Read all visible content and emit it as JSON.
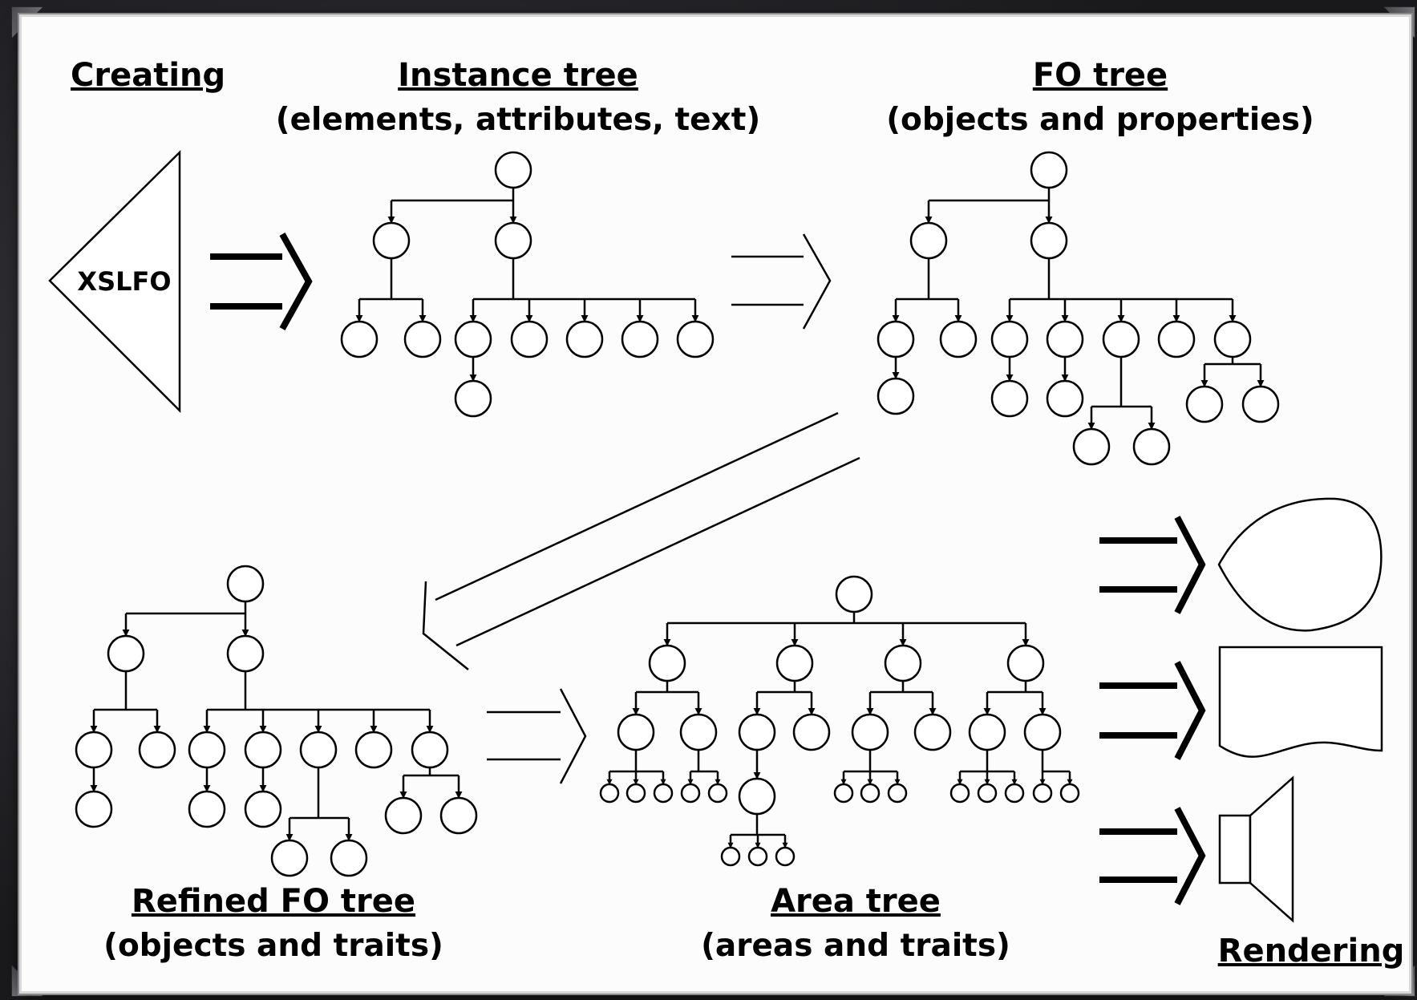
{
  "labels": {
    "creating": "Creating",
    "instance_title": "Instance tree",
    "instance_sub": "(elements, attributes, text)",
    "fo_title": "FO tree",
    "fo_sub": "(objects and properties)",
    "refined_title": "Refined FO tree",
    "refined_sub": "(objects and traits)",
    "area_title": "Area tree",
    "area_sub": "(areas and traits)",
    "rendering": "Rendering",
    "xslfo": "XSLFO"
  },
  "trees": {
    "instance": [
      {
        "id": "r",
        "p": null,
        "c": [
          640,
          212
        ],
        "r": 22
      },
      {
        "id": "a",
        "p": "r",
        "c": [
          488,
          300
        ],
        "r": 22
      },
      {
        "id": "b",
        "p": "r",
        "c": [
          640,
          300
        ],
        "r": 22
      },
      {
        "id": "a1",
        "p": "a",
        "c": [
          448,
          423
        ],
        "r": 22
      },
      {
        "id": "a2",
        "p": "a",
        "c": [
          527,
          423
        ],
        "r": 22
      },
      {
        "id": "b1",
        "p": "b",
        "c": [
          590,
          423
        ],
        "r": 22
      },
      {
        "id": "b2",
        "p": "b",
        "c": [
          660,
          423
        ],
        "r": 22
      },
      {
        "id": "b3",
        "p": "b",
        "c": [
          729,
          423
        ],
        "r": 22
      },
      {
        "id": "b4",
        "p": "b",
        "c": [
          798,
          423
        ],
        "r": 22
      },
      {
        "id": "b5",
        "p": "b",
        "c": [
          867,
          423
        ],
        "r": 22
      },
      {
        "id": "b1a",
        "p": "b1",
        "c": [
          590,
          497
        ],
        "r": 22
      }
    ],
    "fo": [
      {
        "id": "r",
        "p": null,
        "c": [
          1308,
          212
        ],
        "r": 22
      },
      {
        "id": "a",
        "p": "r",
        "c": [
          1158,
          300
        ],
        "r": 22
      },
      {
        "id": "b",
        "p": "r",
        "c": [
          1308,
          300
        ],
        "r": 22
      },
      {
        "id": "a1",
        "p": "a",
        "c": [
          1117,
          423
        ],
        "r": 22
      },
      {
        "id": "a2",
        "p": "a",
        "c": [
          1195,
          423
        ],
        "r": 22
      },
      {
        "id": "b1",
        "p": "b",
        "c": [
          1259,
          423
        ],
        "r": 22
      },
      {
        "id": "b2",
        "p": "b",
        "c": [
          1328,
          423
        ],
        "r": 22
      },
      {
        "id": "b3",
        "p": "b",
        "c": [
          1398,
          423
        ],
        "r": 22
      },
      {
        "id": "b4",
        "p": "b",
        "c": [
          1467,
          423
        ],
        "r": 22
      },
      {
        "id": "b5",
        "p": "b",
        "c": [
          1537,
          423
        ],
        "r": 22
      },
      {
        "id": "a1a",
        "p": "a1",
        "c": [
          1117,
          494
        ],
        "r": 22
      },
      {
        "id": "b1a",
        "p": "b1",
        "c": [
          1259,
          497
        ],
        "r": 22
      },
      {
        "id": "b2a",
        "p": "b2",
        "c": [
          1328,
          497
        ],
        "r": 22
      },
      {
        "id": "b3a",
        "p": "b3",
        "c": [
          1361,
          557
        ],
        "r": 22
      },
      {
        "id": "b3b",
        "p": "b3",
        "c": [
          1436,
          557
        ],
        "r": 22
      },
      {
        "id": "b5a",
        "p": "b5",
        "c": [
          1502,
          504
        ],
        "r": 22
      },
      {
        "id": "b5b",
        "p": "b5",
        "c": [
          1572,
          504
        ],
        "r": 22
      }
    ],
    "refined": [
      {
        "id": "r",
        "p": null,
        "c": [
          306,
          728
        ],
        "r": 22
      },
      {
        "id": "a",
        "p": "r",
        "c": [
          157,
          815
        ],
        "r": 22
      },
      {
        "id": "b",
        "p": "r",
        "c": [
          306,
          815
        ],
        "r": 22
      },
      {
        "id": "a1",
        "p": "a",
        "c": [
          117,
          935
        ],
        "r": 22
      },
      {
        "id": "a2",
        "p": "a",
        "c": [
          196,
          935
        ],
        "r": 22
      },
      {
        "id": "b1",
        "p": "b",
        "c": [
          258,
          935
        ],
        "r": 22
      },
      {
        "id": "b2",
        "p": "b",
        "c": [
          328,
          935
        ],
        "r": 22
      },
      {
        "id": "b3",
        "p": "b",
        "c": [
          397,
          935
        ],
        "r": 22
      },
      {
        "id": "b4",
        "p": "b",
        "c": [
          466,
          935
        ],
        "r": 22
      },
      {
        "id": "b5",
        "p": "b",
        "c": [
          536,
          935
        ],
        "r": 22
      },
      {
        "id": "a1a",
        "p": "a1",
        "c": [
          117,
          1009
        ],
        "r": 22
      },
      {
        "id": "b1a",
        "p": "b1",
        "c": [
          258,
          1009
        ],
        "r": 22
      },
      {
        "id": "b2a",
        "p": "b2",
        "c": [
          328,
          1009
        ],
        "r": 22
      },
      {
        "id": "b3a",
        "p": "b3",
        "c": [
          361,
          1070
        ],
        "r": 22
      },
      {
        "id": "b3b",
        "p": "b3",
        "c": [
          435,
          1070
        ],
        "r": 22
      },
      {
        "id": "b5a",
        "p": "b5",
        "c": [
          503,
          1017
        ],
        "r": 22
      },
      {
        "id": "b5b",
        "p": "b5",
        "c": [
          572,
          1017
        ],
        "r": 22
      }
    ],
    "area": [
      {
        "id": "r",
        "p": null,
        "c": [
          1065,
          741
        ],
        "r": 22
      },
      {
        "id": "a",
        "p": "r",
        "c": [
          832,
          827
        ],
        "r": 22
      },
      {
        "id": "b",
        "p": "r",
        "c": [
          991,
          827
        ],
        "r": 22
      },
      {
        "id": "c",
        "p": "r",
        "c": [
          1126,
          827
        ],
        "r": 22
      },
      {
        "id": "d",
        "p": "r",
        "c": [
          1279,
          827
        ],
        "r": 22
      },
      {
        "id": "a1",
        "p": "a",
        "c": [
          793,
          913
        ],
        "r": 22
      },
      {
        "id": "a2",
        "p": "a",
        "c": [
          871,
          913
        ],
        "r": 22
      },
      {
        "id": "b1",
        "p": "b",
        "c": [
          944,
          913
        ],
        "r": 22
      },
      {
        "id": "b2",
        "p": "b",
        "c": [
          1012,
          913
        ],
        "r": 22
      },
      {
        "id": "c1",
        "p": "c",
        "c": [
          1085,
          913
        ],
        "r": 22
      },
      {
        "id": "c2",
        "p": "c",
        "c": [
          1163,
          913
        ],
        "r": 22
      },
      {
        "id": "d1",
        "p": "d",
        "c": [
          1231,
          913
        ],
        "r": 22
      },
      {
        "id": "d2",
        "p": "d",
        "c": [
          1300,
          913
        ],
        "r": 22
      },
      {
        "id": "a1a",
        "p": "a1",
        "c": [
          760,
          989
        ],
        "r": 11
      },
      {
        "id": "a1b",
        "p": "a1",
        "c": [
          793,
          989
        ],
        "r": 11
      },
      {
        "id": "a1c",
        "p": "a1",
        "c": [
          827,
          989
        ],
        "r": 11
      },
      {
        "id": "a2a",
        "p": "a2",
        "c": [
          861,
          989
        ],
        "r": 11
      },
      {
        "id": "a2b",
        "p": "a2",
        "c": [
          895,
          989
        ],
        "r": 11
      },
      {
        "id": "b1a",
        "p": "b1",
        "c": [
          944,
          993
        ],
        "r": 22
      },
      {
        "id": "b1aa",
        "p": "b1a",
        "c": [
          911,
          1068
        ],
        "r": 11
      },
      {
        "id": "b1ab",
        "p": "b1a",
        "c": [
          945,
          1068
        ],
        "r": 11
      },
      {
        "id": "b1ac",
        "p": "b1a",
        "c": [
          979,
          1068
        ],
        "r": 11
      },
      {
        "id": "c1a",
        "p": "c1",
        "c": [
          1052,
          989
        ],
        "r": 11
      },
      {
        "id": "c1b",
        "p": "c1",
        "c": [
          1085,
          989
        ],
        "r": 11
      },
      {
        "id": "c1c",
        "p": "c1",
        "c": [
          1119,
          989
        ],
        "r": 11
      },
      {
        "id": "d1a",
        "p": "d1",
        "c": [
          1197,
          989
        ],
        "r": 11
      },
      {
        "id": "d1b",
        "p": "d1",
        "c": [
          1231,
          989
        ],
        "r": 11
      },
      {
        "id": "d1c",
        "p": "d1",
        "c": [
          1265,
          989
        ],
        "r": 11
      },
      {
        "id": "d2a",
        "p": "d2",
        "c": [
          1300,
          989
        ],
        "r": 11
      },
      {
        "id": "d2b",
        "p": "d2",
        "c": [
          1334,
          989
        ],
        "r": 11
      }
    ]
  }
}
